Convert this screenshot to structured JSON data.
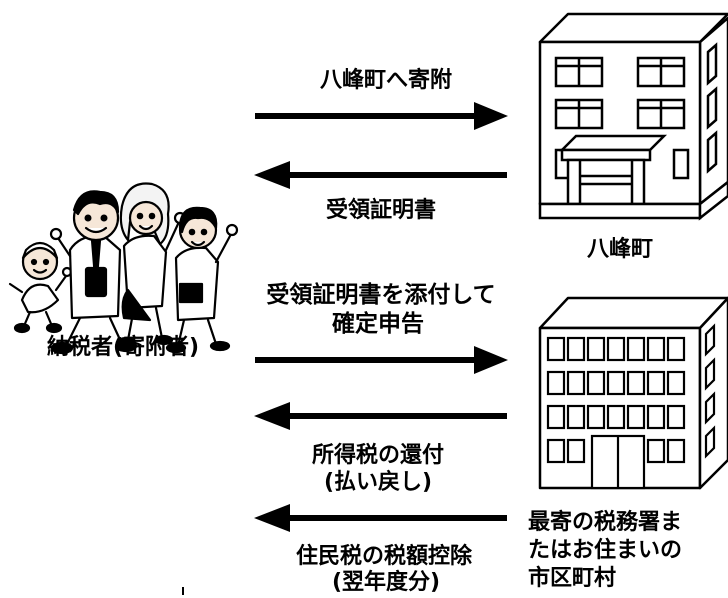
{
  "labels": {
    "donation": "八峰町へ寄附",
    "receipt": "受領証明書",
    "town": "八峰町",
    "file_line1": "受領証明書を添付して",
    "file_line2": "確定申告",
    "taxpayer": "納税者(寄附者)",
    "refund_line1": "所得税の還付",
    "refund_line2": "(払い戻し)",
    "deduction_line1": "住民税の税額控除",
    "deduction_line2": "(翌年度分)",
    "office_line1": "最寄の税務署ま",
    "office_line2": "たはお住まいの",
    "office_line3": "市区町村"
  },
  "colors": {
    "ink": "#000000",
    "paper": "#ffffff",
    "wall": "#f4f4f4",
    "skin": "#f6e7d8"
  }
}
